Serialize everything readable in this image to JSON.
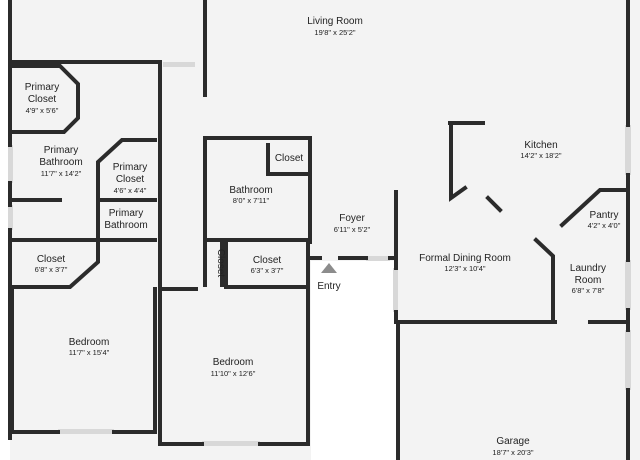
{
  "colors": {
    "floor": "#f3f3f3",
    "wall": "#2b2b2b",
    "window": "#d8d8d8",
    "background": "#ffffff",
    "marker": "#8c8c8c"
  },
  "rooms": {
    "living": {
      "name": "Living Room",
      "dims": "19'8\" x 25'2\""
    },
    "kitchen": {
      "name": "Kitchen",
      "dims": "14'2\" x 18'2\""
    },
    "primary_closet": {
      "name_line1": "Primary",
      "name_line2": "Closet",
      "dims": "4'9\" x 5'6\""
    },
    "primary_bathroom": {
      "name_line1": "Primary",
      "name_line2": "Bathroom",
      "dims": "11'7\" x 14'2\""
    },
    "primary_closet_2": {
      "name_line1": "Primary",
      "name_line2": "Closet",
      "dims": "4'6\" x 4'4\""
    },
    "primary_bathroom_2": {
      "name_line1": "Primary",
      "name_line2": "Bathroom"
    },
    "bathroom": {
      "name": "Bathroom",
      "dims": "8'0\" x 7'11\""
    },
    "closet_bath": {
      "name": "Closet"
    },
    "closet_vertical": {
      "name": "Closet"
    },
    "closet_mid": {
      "name": "Closet",
      "dims": "6'3\" x 3'7\""
    },
    "closet_left": {
      "name": "Closet",
      "dims": "6'8\" x 3'7\""
    },
    "foyer": {
      "name": "Foyer",
      "dims": "6'11\" x 5'2\""
    },
    "entry": {
      "name": "Entry"
    },
    "dining": {
      "name": "Formal Dining Room",
      "dims": "12'3\" x 10'4\""
    },
    "pantry": {
      "name": "Pantry",
      "dims": "4'2\" x 4'0\""
    },
    "laundry": {
      "name_line1": "Laundry",
      "name_line2": "Room",
      "dims": "6'8\" x 7'8\""
    },
    "bedroom_1": {
      "name": "Bedroom",
      "dims": "11'7\" x 15'4\""
    },
    "bedroom_2": {
      "name": "Bedroom",
      "dims": "11'10\" x 12'6\""
    },
    "garage": {
      "name": "Garage",
      "dims": "18'7\" x 20'3\""
    }
  }
}
